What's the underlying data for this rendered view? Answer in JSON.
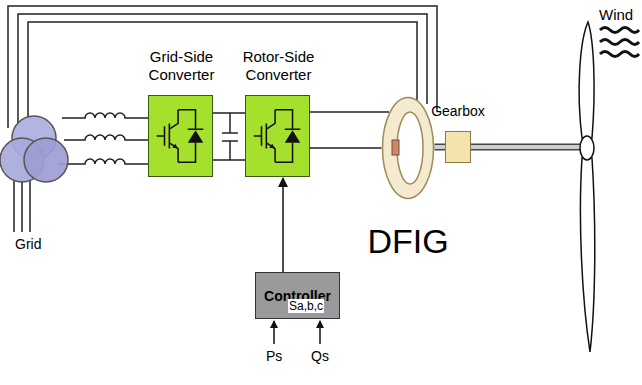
{
  "diagram": {
    "nodes": [
      {
        "text": [
          "Grid-Side Converter"
        ]
      },
      {
        "text": [
          "Rotor-Side Converter"
        ]
      },
      {
        "text": [
          "DFIG"
        ]
      },
      {
        "text": [
          "Gearbox"
        ]
      },
      {
        "text": [
          "Controller"
        ]
      }
    ],
    "edges": [
      {
        "from": 0,
        "to": 1,
        "arrow": "none"
      },
      {
        "from": 1,
        "to": 2,
        "arrow": "none"
      },
      {
        "from": 2,
        "to": 3,
        "arrow": "none"
      },
      {
        "from": 4,
        "to": 1,
        "arrow": "to",
        "label": "Sa,b,c"
      }
    ],
    "labels": [
      "Grid",
      "Ps",
      "Qs",
      "Wind"
    ]
  }
}
